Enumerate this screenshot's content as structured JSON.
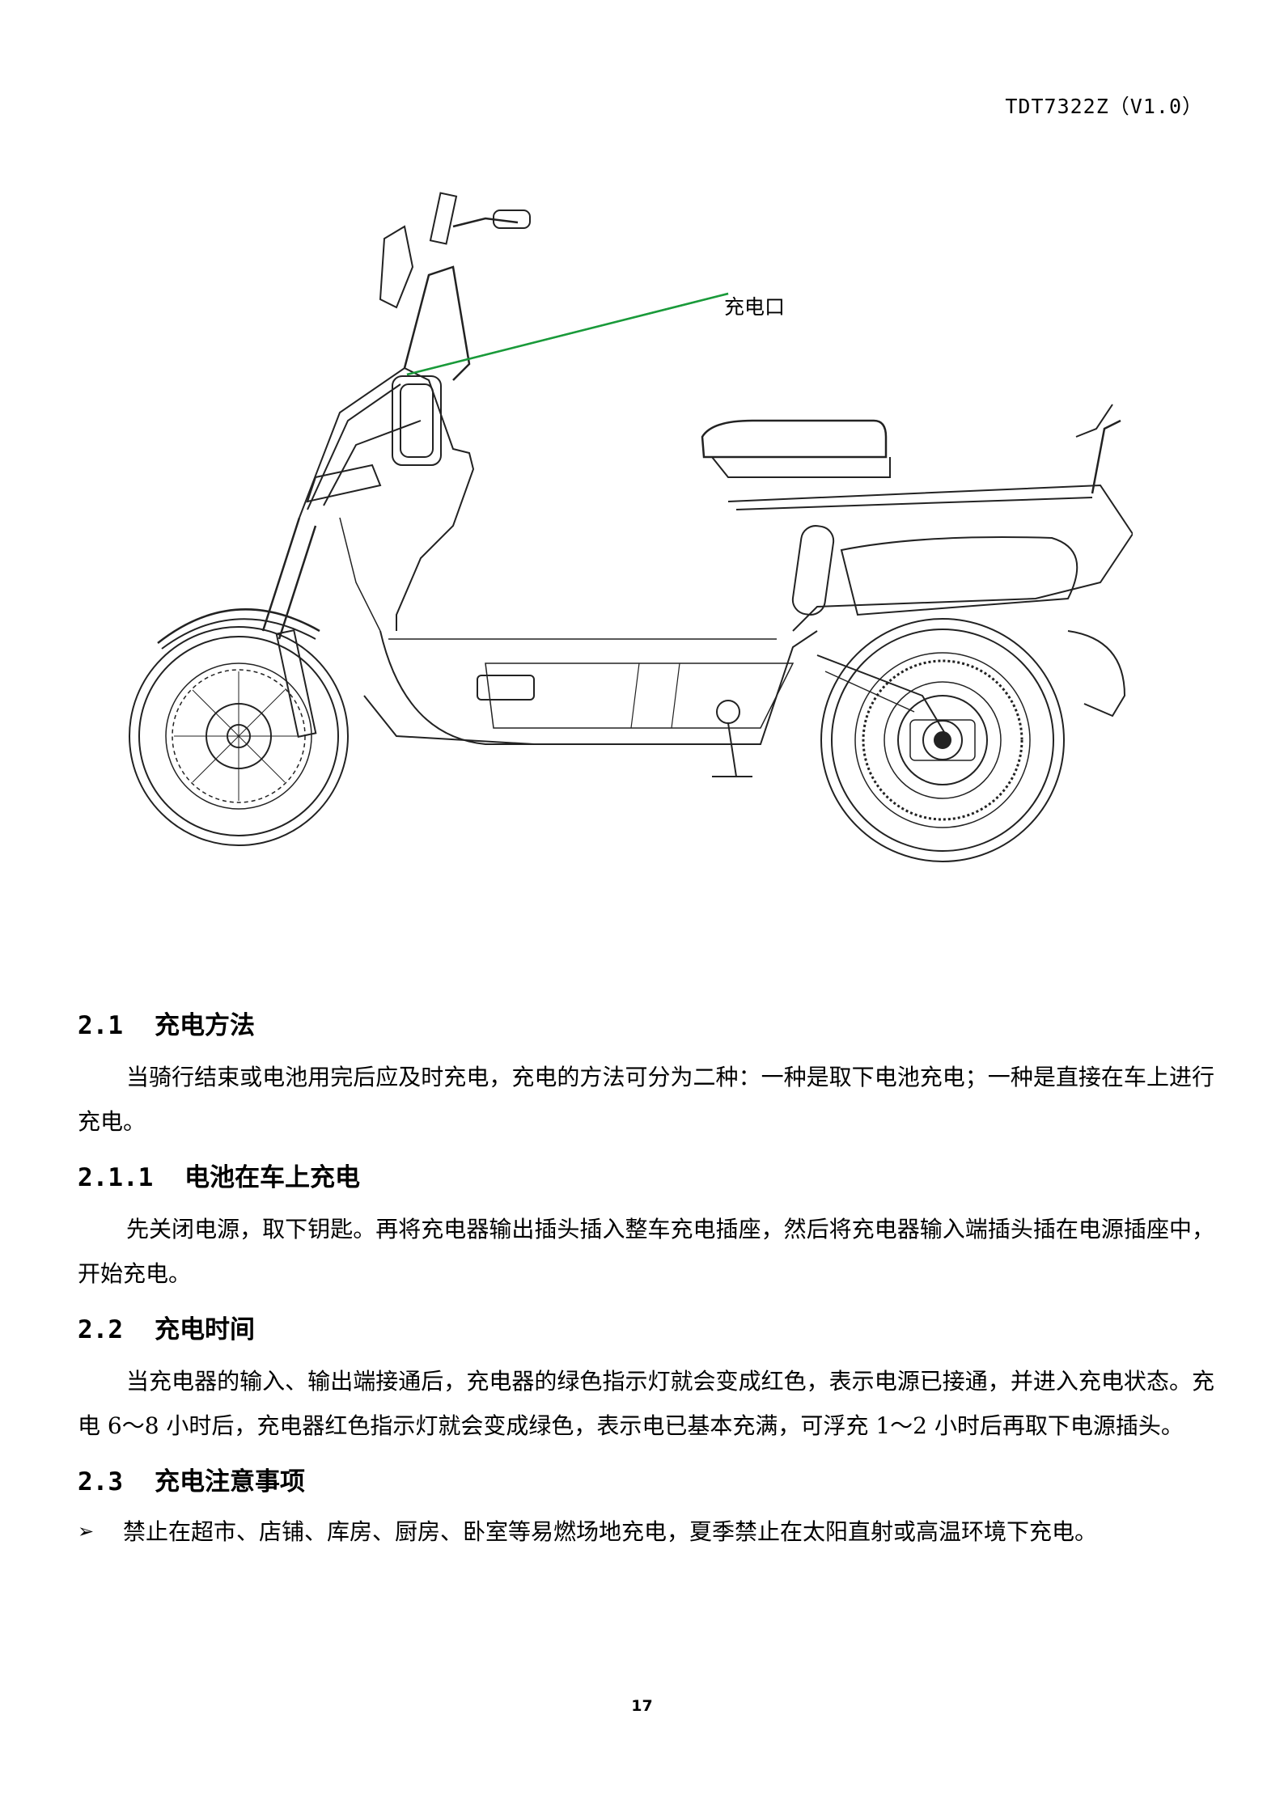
{
  "header": {
    "doc_code": "TDT7322Z（V1.0）"
  },
  "figure": {
    "callout": "充电口"
  },
  "sections": [
    {
      "id": "s2_1",
      "num": "2.1",
      "title": "充电方法",
      "para": "当骑行结束或电池用完后应及时充电，充电的方法可分为二种：一种是取下电池充电；一种是直接在车上进行充电。"
    },
    {
      "id": "s2_1_1",
      "num": "2.1.1",
      "title": "电池在车上充电",
      "para": "先关闭电源，取下钥匙。再将充电器输出插头插入整车充电插座，然后将充电器输入端插头插在电源插座中，开始充电。"
    },
    {
      "id": "s2_2",
      "num": "2.2",
      "title": "充电时间",
      "para": "当充电器的输入、输出端接通后，充电器的绿色指示灯就会变成红色，表示电源已接通，并进入充电状态。充电 6～8 小时后，充电器红色指示灯就会变成绿色，表示电已基本充满，可浮充 1～2 小时后再取下电源插头。"
    },
    {
      "id": "s2_3",
      "num": "2.3",
      "title": "充电注意事项",
      "bullet": "禁止在超市、店铺、库房、厨房、卧室等易燃场地充电，夏季禁止在太阳直射或高温环境下充电。"
    }
  ],
  "footer": {
    "page_number": "17"
  },
  "colors": {
    "callout_line": "#1a9a3a",
    "drawing_stroke": "#222222"
  }
}
